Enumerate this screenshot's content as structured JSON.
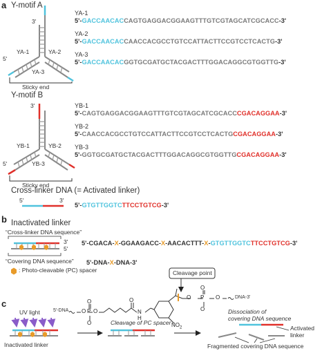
{
  "panels": {
    "a": "a",
    "b": "b",
    "c": "c"
  },
  "ymotif_a": {
    "title": "Y-motif A",
    "arm_labels": [
      "YA-1",
      "YA-2",
      "YA-3"
    ],
    "end_3": "3'",
    "end_5": "5'",
    "sticky_end": "Sticky end",
    "sequences": [
      {
        "name": "YA-1",
        "prefix": "5'-",
        "cyan": "GACCAACAC",
        "gray": "CAGTGAGGACGGAAGTTTGTCGTAGCATCGCACC",
        "red": "",
        "suffix": "-3'"
      },
      {
        "name": "YA-2",
        "prefix": "5'-",
        "cyan": "GACCAACAC",
        "gray": "CAACCACGCCTGTCCATTACTTCCGTCCTCACTG",
        "red": "",
        "suffix": "-3'"
      },
      {
        "name": "YA-3",
        "prefix": "5'-",
        "cyan": "GACCAACAC",
        "gray": "GGTGCGATGCTACGACTTTGGACAGGCGTGGTTG",
        "red": "",
        "suffix": "-3'"
      }
    ]
  },
  "ymotif_b": {
    "title": "Y-motif B",
    "arm_labels": [
      "YB-1",
      "YB-2",
      "YB-3"
    ],
    "end_3": "3'",
    "end_5": "5'",
    "sticky_end": "Sticky end",
    "sequences": [
      {
        "name": "YB-1",
        "prefix": "5'-",
        "gray": "CAGTGAGGACGGAAGTTTGTCGTAGCATCGCACC",
        "red": "CGACAGGAA",
        "suffix": "-3'"
      },
      {
        "name": "YB-2",
        "prefix": "5'-",
        "gray": "CAACCACGCCTGTCCATTACTTCCGTCCTCACTG",
        "red": "CGACAGGAA",
        "suffix": "-3'"
      },
      {
        "name": "YB-3",
        "prefix": "5'-",
        "gray": "GGTGCGATGCTACGACTTTGGACAGGCGTGGTTG",
        "red": "CGACAGGAA",
        "suffix": "-3'"
      }
    ]
  },
  "crosslinker": {
    "title": "Cross-linker DNA (= Activated linker)",
    "end_5": "5'",
    "end_3": "3'",
    "seq_prefix": "5'-",
    "seq_cyan": "GTGTTGGTC",
    "seq_red": "TTCCTGTCG",
    "seq_suffix": "-3'"
  },
  "inactivated": {
    "title": "Inactivated linker",
    "crosslinker_seq_label": "“Cross-linker DNA sequence”",
    "covering_seq_label": "“Covering DNA sequence”",
    "end_3": "3'",
    "end_5": "5'",
    "seq": {
      "p0": "5'-CGACA-",
      "x1": "X",
      "p1": "-GGAAGACC-",
      "x2": "X",
      "p2": "-AACACTTT-",
      "x3": "X",
      "p3": "-",
      "cyan": "GTGTTGGTC",
      "red": "TTCCTGTCG",
      "suffix": "-3'"
    },
    "pc_legend": ": Photo-cleavable (PC) spacer",
    "generic_prefix": "5'-DNA-",
    "generic_x": "X",
    "generic_suffix": "-DNA-3'",
    "cleavage_point": "Cleavage point",
    "struct_left": "5'-DNA",
    "struct_right": "DNA-3'",
    "atoms": {
      "O": "O",
      "P": "P",
      "N": "N",
      "H": "H",
      "no2": "NO"
    }
  },
  "uv": {
    "uv_light": "UV light",
    "inactivated_linker": "Inactivated linker",
    "cleavage_of_pc": "Cleavage of PC spacer",
    "dissociation_l1": "Dissociation of",
    "dissociation_l2": "covering DNA sequence",
    "activated_linker_l1": "Activated",
    "activated_linker_l2": "linker",
    "fragmented": "Fragmented covering DNA sequence"
  },
  "colors": {
    "cyan": "#4fc3dd",
    "red": "#e0302a",
    "gray": "#7a7a7a",
    "orange": "#e89b2a",
    "purple": "#8a5cc9"
  }
}
